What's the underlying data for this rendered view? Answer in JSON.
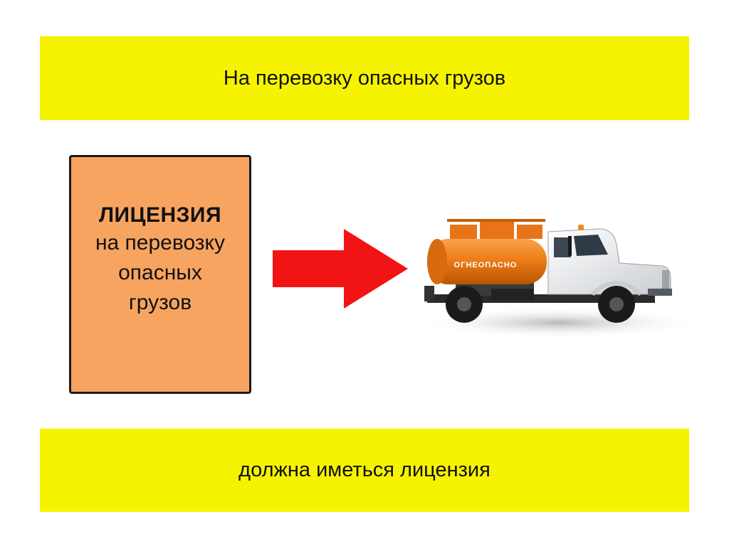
{
  "colors": {
    "banner": "#f6f300",
    "license_box": "#f7a460",
    "arrow": "#f21414",
    "tank": "#ef7d1a",
    "cab": "#eef0f2"
  },
  "top_banner": {
    "text": "На перевозку опасных грузов"
  },
  "license": {
    "title": "ЛИЦЕНЗИЯ",
    "lines": [
      "на перевозку",
      "опасных",
      "грузов"
    ]
  },
  "truck": {
    "icon": "tanker-truck-icon",
    "tank_label": "ОГНЕОПАСНО"
  },
  "arrow": {
    "icon": "arrow-right-icon"
  },
  "bottom_banner": {
    "text": "должна иметься лицензия"
  }
}
